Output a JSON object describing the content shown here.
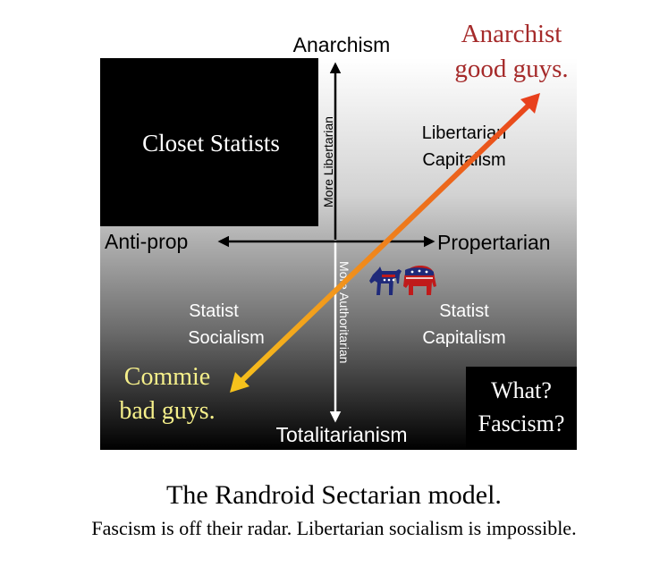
{
  "axes": {
    "top": "Anarchism",
    "bottom": "Totalitarianism",
    "left": "Anti-prop",
    "right": "Propertarian",
    "up_arrow_label": "More Libertarian",
    "down_arrow_label": "More Authoritarian"
  },
  "quadrants": {
    "top_right": [
      "Libertarian",
      "Capitalism"
    ],
    "bottom_left": [
      "Statist",
      "Socialism"
    ],
    "bottom_right": [
      "Statist",
      "Capitalism"
    ]
  },
  "boxes": {
    "closet_statists": "Closet Statists",
    "fascism": [
      "What?",
      "Fascism?"
    ]
  },
  "diagonal": {
    "top_label": [
      "Anarchist",
      "good guys."
    ],
    "bottom_label": [
      "Commie",
      "bad guys."
    ]
  },
  "icons": [
    "donkey-icon",
    "elephant-icon"
  ],
  "caption": {
    "title": "The Randroid Sectarian model.",
    "subtitle": "Fascism is off their radar. Libertarian socialism is impossible."
  },
  "colors": {
    "anarchist_label": "#a52a2a",
    "commie_label": "#f5ef8a",
    "arrow_top": "#e8401c",
    "arrow_bottom": "#f6c21c",
    "donkey_blue": "#1f2a7a",
    "elephant_red": "#c01a1a"
  }
}
